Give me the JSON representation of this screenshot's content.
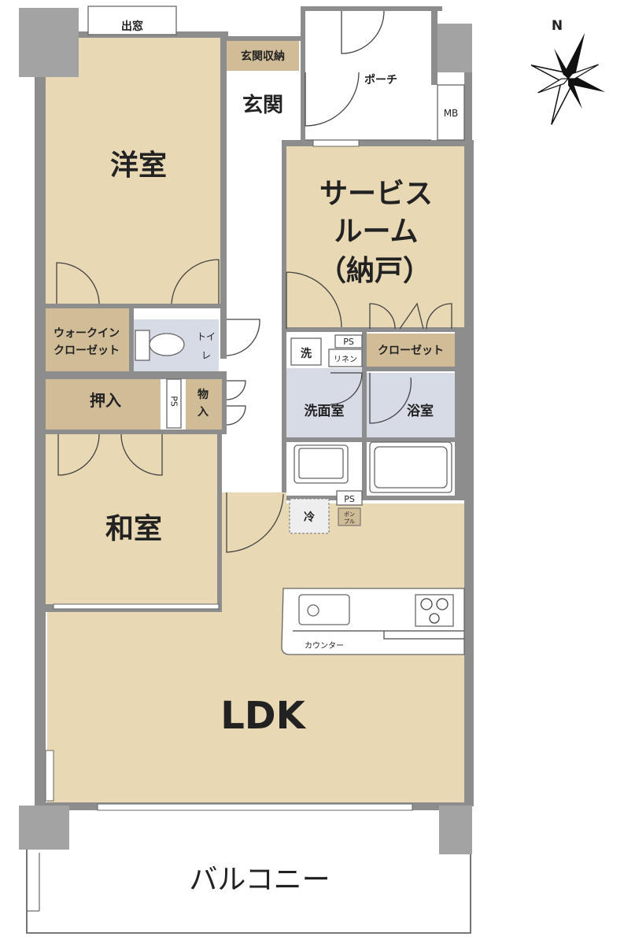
{
  "rooms": {
    "western_room": "洋室",
    "service_room_line1": "サービス",
    "service_room_line2": "ルーム",
    "service_room_line3": "（納戸）",
    "japanese_room": "和室",
    "ldk": "LDK",
    "entrance": "玄関",
    "entrance_storage": "玄関収納",
    "porch": "ポーチ",
    "meter_box": "MB",
    "walk_in_closet_line1": "ウォークイン",
    "walk_in_closet_line2": "クローゼット",
    "toilet_line1": "トイ",
    "toilet_line2": "レ",
    "oshiire": "押入",
    "storage_line1": "物",
    "storage_line2": "入",
    "closet": "クローゼット",
    "washroom": "洗面室",
    "bathroom": "浴室",
    "washer": "洗",
    "linen": "リネン",
    "fridge": "冷",
    "counter": "カウンター",
    "balcony": "バルコニー",
    "bay_window": "出窓",
    "ps": "PS",
    "pump_line1": "ポン",
    "pump_line2": "プル"
  },
  "compass": {
    "north_label": "N"
  },
  "colors": {
    "room_fill": "#e8d8b4",
    "storage_fill": "#d1bc98",
    "wet_fill": "#d6dbe6",
    "wall": "#8d8d8d"
  }
}
